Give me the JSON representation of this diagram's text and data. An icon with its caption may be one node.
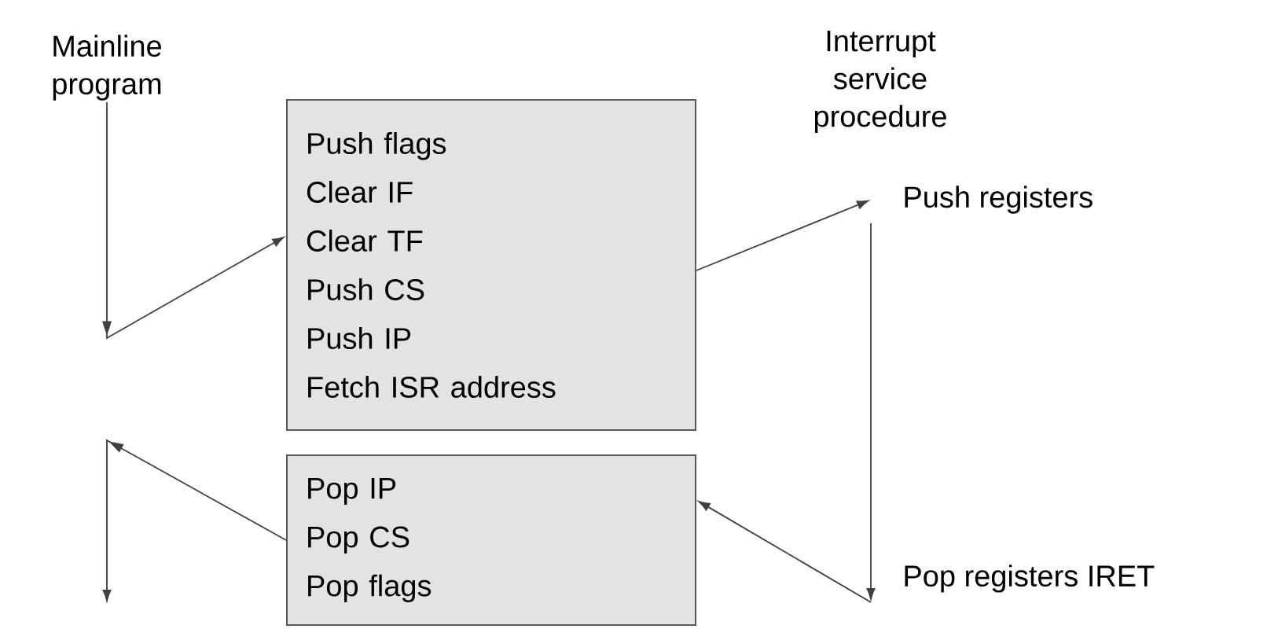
{
  "diagram": {
    "nodes": [
      {
        "text": [
          "Mainline program"
        ]
      },
      {
        "text": [
          "Push flags",
          "Clear IF",
          "Clear TF",
          "Push CS",
          "Push IP",
          "Fetch ISR address"
        ]
      },
      {
        "text": [
          "Push registers"
        ]
      },
      {
        "text": [
          "Pop registers IRET"
        ]
      },
      {
        "text": [
          "Pop IP",
          "Pop CS",
          "Pop flags"
        ]
      }
    ],
    "edges": [
      {
        "from": 0,
        "to": 1,
        "arrow": "to"
      },
      {
        "from": 1,
        "to": 2,
        "arrow": "to"
      },
      {
        "from": 2,
        "to": 3,
        "arrow": "to"
      },
      {
        "from": 3,
        "to": 4,
        "arrow": "to"
      },
      {
        "from": 4,
        "to": null,
        "arrow": "to"
      }
    ],
    "labels": [
      "Interrupt service procedure"
    ]
  }
}
